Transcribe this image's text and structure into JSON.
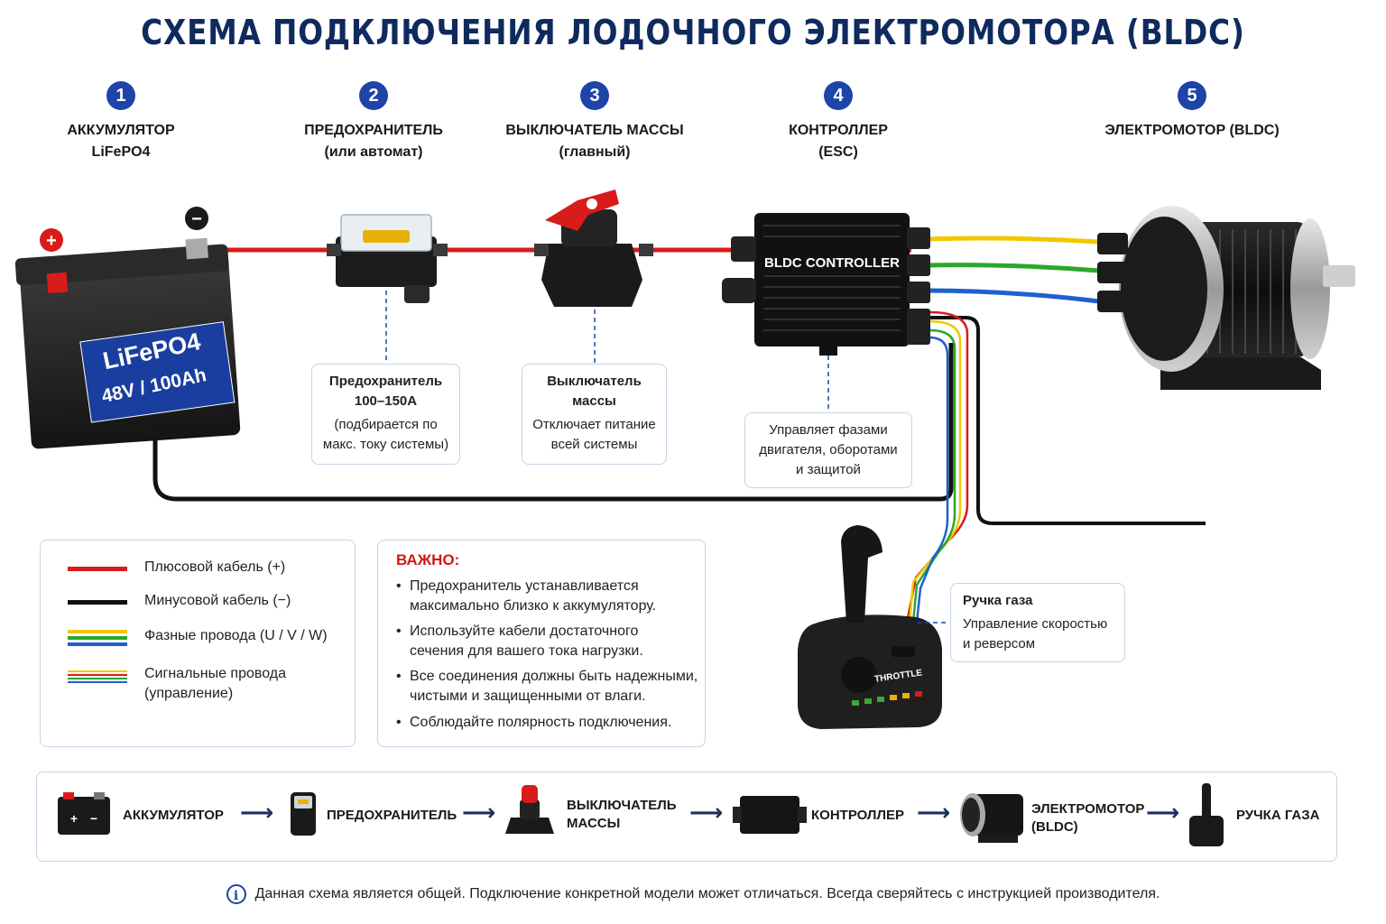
{
  "title": "СХЕМА ПОДКЛЮЧЕНИЯ ЛОДОЧНОГО ЭЛЕКТРОМОТОРА (BLDC)",
  "steps": [
    {
      "num": "1",
      "label": "АККУМУЛЯТОР",
      "sub": "LiFePO4"
    },
    {
      "num": "2",
      "label": "ПРЕДОХРАНИТЕЛЬ",
      "sub": "(или автомат)"
    },
    {
      "num": "3",
      "label": "ВЫКЛЮЧАТЕЛЬ МАССЫ",
      "sub": "(главный)"
    },
    {
      "num": "4",
      "label": "КОНТРОЛЛЕР",
      "sub": "(ESC)"
    },
    {
      "num": "5",
      "label": "ЭЛЕКТРОМОТОР (BLDC)",
      "sub": ""
    }
  ],
  "battery": {
    "line1": "LiFePO4",
    "line2": "48V / 100Ah",
    "plus": "+",
    "minus": "−"
  },
  "controller_label": "BLDC CONTROLLER",
  "throttle_label": "THROTTLE",
  "notes": {
    "fuse": {
      "title1": "Предохранитель",
      "title2": "100–150А",
      "desc1": "(подбирается по",
      "desc2": "макс. току системы)"
    },
    "switch": {
      "title1": "Выключатель",
      "title2": "массы",
      "desc1": "Отключает питание",
      "desc2": "всей системы"
    },
    "controller": {
      "line1": "Управляет фазами",
      "line2": "двигателя, оборотами",
      "line3": "и защитой"
    },
    "throttle": {
      "title": "Ручка газа",
      "line1": "Управление скоростью",
      "line2": "и реверсом"
    }
  },
  "legend": [
    {
      "label": "Плюсовой кабель (+)"
    },
    {
      "label": "Минусовой кабель (−)"
    },
    {
      "label": "Фазные провода (U / V / W)"
    },
    {
      "label": "Сигнальные провода",
      "label2": "(управление)"
    }
  ],
  "important": {
    "title": "ВАЖНО:",
    "bullets": [
      {
        "l1": "Предохранитель устанавливается",
        "l2": "максимально близко к аккумулятору."
      },
      {
        "l1": "Используйте кабели достаточного",
        "l2": "сечения для вашего тока нагрузки."
      },
      {
        "l1": "Все соединения должны быть надежными,",
        "l2": "чистыми и защищенными от влаги."
      },
      {
        "l1": "Соблюдайте полярность подключения.",
        "l2": ""
      }
    ]
  },
  "flow": [
    {
      "l1": "АККУМУЛЯТОР",
      "l2": ""
    },
    {
      "l1": "ПРЕДОХРАНИТЕЛЬ",
      "l2": ""
    },
    {
      "l1": "ВЫКЛЮЧАТЕЛЬ",
      "l2": "МАССЫ"
    },
    {
      "l1": "КОНТРОЛЛЕР",
      "l2": ""
    },
    {
      "l1": "ЭЛЕКТРОМОТОР",
      "l2": "(BLDC)"
    },
    {
      "l1": "РУЧКА ГАЗА",
      "l2": ""
    }
  ],
  "footer": "Данная схема является общей. Подключение конкретной модели может отличаться. Всегда сверяйтесь с инструкцией производителя.",
  "colors": {
    "plus": "#d81b1b",
    "minus": "#111111",
    "phase_u": "#f0c800",
    "phase_v": "#2aa82a",
    "phase_w": "#1f5fd0",
    "accent": "#1f44a8",
    "title": "#0f2a5e",
    "important": "#d01919"
  }
}
